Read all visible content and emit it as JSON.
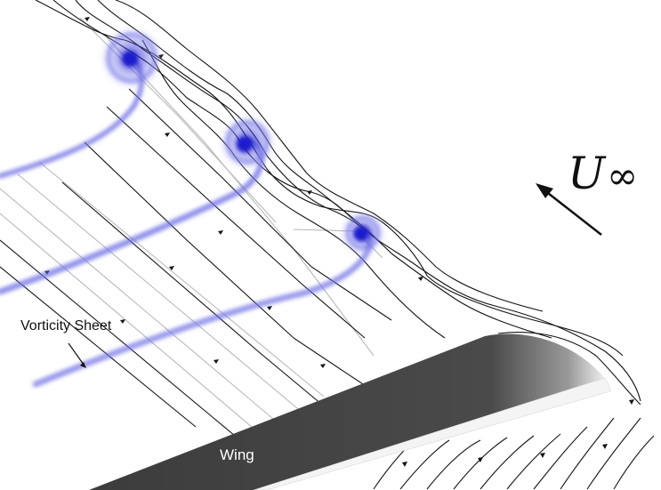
{
  "labels": {
    "vorticity_sheet": "Vorticity Sheet",
    "wing": "Wing",
    "freestream_main": "U",
    "freestream_subscript": "∞"
  },
  "colors": {
    "vorticity": "#6f6fe6",
    "vortex_core": "#1f1fd0",
    "streamline_dark": "#111111",
    "streamline_light": "#b8b8b8",
    "wing_dark": "#3a3a3a",
    "wing_edge": "#f2f2f2",
    "background": "#ffffff"
  },
  "vortex_count": 3
}
